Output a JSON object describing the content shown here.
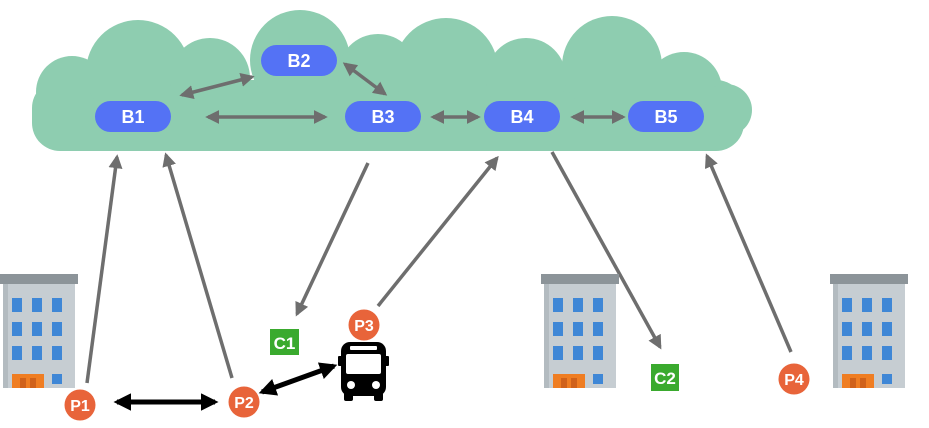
{
  "colors": {
    "cloud": "#8ecdb0",
    "broker": "#5472f5",
    "peer": "#e8643a",
    "client": "#3aaa2e",
    "edge": "#6e6e6e",
    "direct_link": "#000000",
    "building_wall": "#c6cdd2",
    "building_window": "#3f87d6",
    "building_door": "#ef7d22"
  },
  "brokers": [
    {
      "id": "B1",
      "label": "B1"
    },
    {
      "id": "B2",
      "label": "B2"
    },
    {
      "id": "B3",
      "label": "B3"
    },
    {
      "id": "B4",
      "label": "B4"
    },
    {
      "id": "B5",
      "label": "B5"
    }
  ],
  "peers": [
    {
      "id": "P1",
      "label": "P1"
    },
    {
      "id": "P2",
      "label": "P2"
    },
    {
      "id": "P3",
      "label": "P3"
    },
    {
      "id": "P4",
      "label": "P4"
    }
  ],
  "clients": [
    {
      "id": "C1",
      "label": "C1"
    },
    {
      "id": "C2",
      "label": "C2"
    }
  ],
  "icons": [
    "building-icon",
    "bus-icon"
  ],
  "edges": [
    {
      "from": "B1",
      "to": "B2",
      "type": "bidirectional"
    },
    {
      "from": "B1",
      "to": "B3",
      "type": "bidirectional"
    },
    {
      "from": "B2",
      "to": "B3",
      "type": "bidirectional"
    },
    {
      "from": "B3",
      "to": "B4",
      "type": "bidirectional"
    },
    {
      "from": "B4",
      "to": "B5",
      "type": "bidirectional"
    },
    {
      "from": "P1",
      "to": "B1",
      "type": "directed"
    },
    {
      "from": "P2",
      "to": "B1",
      "type": "directed"
    },
    {
      "from": "B3",
      "to": "C1",
      "type": "directed"
    },
    {
      "from": "P3",
      "to": "B4",
      "type": "directed"
    },
    {
      "from": "B4",
      "to": "C2",
      "type": "directed"
    },
    {
      "from": "P4",
      "to": "B5",
      "type": "directed"
    },
    {
      "from": "P1",
      "to": "P2",
      "type": "direct-link"
    },
    {
      "from": "P2",
      "to": "P3",
      "type": "direct-link"
    }
  ]
}
